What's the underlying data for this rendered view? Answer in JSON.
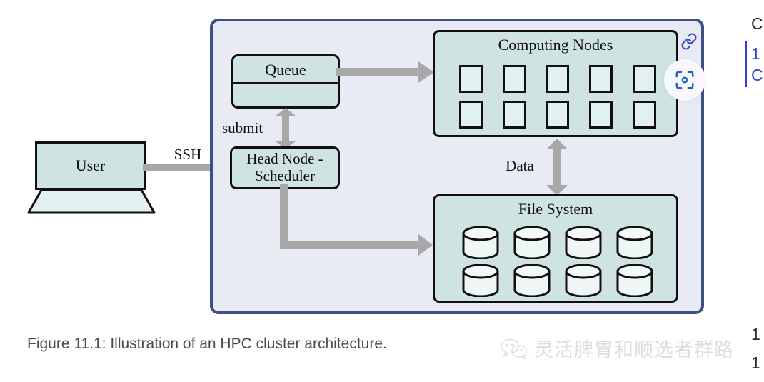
{
  "figure": {
    "caption": "Figure 11.1: Illustration of an HPC cluster architecture.",
    "panel_border_color": "#3e4f85",
    "panel_background_color": "#e9ebf4",
    "box_fill_color": "#cfe3e2",
    "node_fill_color": "#e1f0f0",
    "arrow_color": "#a8a8a8",
    "outline_color": "#12100e"
  },
  "user": {
    "label": "User"
  },
  "connections": {
    "ssh_label": "SSH",
    "submit_label": "submit",
    "data_label": "Data"
  },
  "queue": {
    "label": "Queue"
  },
  "head_node": {
    "label": "Head Node -\nScheduler"
  },
  "computing_nodes": {
    "title": "Computing Nodes",
    "node_count": 10,
    "columns": 5,
    "rows": 2
  },
  "file_system": {
    "title": "File System",
    "disk_count": 8,
    "columns": 4,
    "rows": 2
  },
  "overlay": {
    "link_icon_name": "link-icon",
    "scan_icon_name": "qr-scan-icon"
  },
  "watermark": {
    "logo_name": "wechat-logo",
    "text": "灵活脾胃和顺选者群路"
  },
  "right_rail": {
    "line1": "C",
    "line2": "1",
    "line3": "C",
    "line4": "1",
    "line5": "1"
  }
}
